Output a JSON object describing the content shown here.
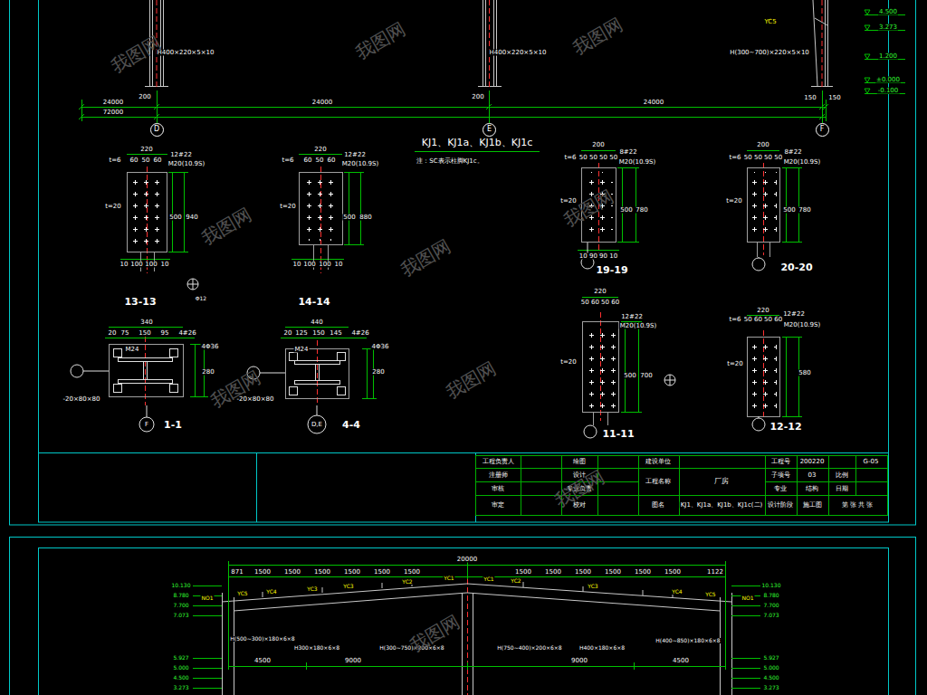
{
  "diagram": {
    "title": "KJ1、KJ1a、KJ1b、KJ1c",
    "nodes": [
      {
        "text": [
          "D"
        ]
      },
      {
        "text": [
          "E"
        ]
      },
      {
        "text": [
          "F"
        ]
      }
    ],
    "labels": [
      "H400×220×5×10",
      "H400×220×5×10",
      "H(300~700)×220×5×10",
      "YC5",
      "4.500",
      "3.273",
      "1.200",
      "±0.000",
      "-0.100",
      "200",
      "200",
      "150",
      "150",
      "24000",
      "72000",
      "24000",
      "24000",
      "注：SC表示柱脚KJ1c。",
      "220",
      "t=6",
      "60",
      "50",
      "60",
      "12#22",
      "M20(10.9S)",
      "t=20",
      "940",
      "500",
      "10",
      "100",
      "100",
      "10",
      "13-13",
      "Φ12",
      "220",
      "t=6",
      "60",
      "50",
      "60",
      "12#22",
      "M20(10.9S)",
      "t=20",
      "880",
      "500",
      "10",
      "100",
      "100",
      "10",
      "14-14",
      "200",
      "t=6",
      "50 50 50 50",
      "8#22",
      "M20(10.9S)",
      "t=20",
      "500",
      "780",
      "10 90 90 10",
      "19-19",
      "200",
      "t=6",
      "50 50 50 50",
      "8#22",
      "M20(10.9S)",
      "t=20",
      "500",
      "780",
      "20-20",
      "340",
      "20",
      "75",
      "150",
      "95",
      "4#26",
      "M24",
      "4Φ36",
      "280",
      "-20×80×80",
      "F",
      "1-1",
      "440",
      "20",
      "125",
      "150",
      "145",
      "4#26",
      "M24",
      "4Φ36",
      "280",
      "-20×80×80",
      "D,E",
      "4-4",
      "220",
      "50 60 50 60",
      "12#22",
      "M20(10.9S)",
      "t=20",
      "500",
      "700",
      "11-11",
      "220",
      "t=6",
      "50 60 50 60",
      "12#22",
      "M20(10.9S)",
      "t=20",
      "580",
      "12-12",
      "工程负责人",
      "注册师",
      "审核",
      "审定",
      "绘图",
      "设计",
      "专业负责",
      "校对",
      "建设单位",
      "工程名称",
      "图名",
      "厂房",
      "KJ1、KJ1a、KJ1b、KJ1c(二)",
      "工程号",
      "200220",
      "G-05",
      "子项号",
      "03",
      "比例",
      "专业",
      "结构",
      "日期",
      "设计阶段",
      "施工图",
      "第 张 共 张",
      "10.130",
      "8.780",
      "7.700",
      "7.073",
      "5.927",
      "5.000",
      "4.500",
      "3.273",
      "10.130",
      "8.780",
      "7.700",
      "7.073",
      "5.927",
      "5.000",
      "4.500",
      "3.273",
      "NO1",
      "NO1",
      "20000",
      "871",
      "1500",
      "1500",
      "1500",
      "1500",
      "1500",
      "1500",
      "1500",
      "1500",
      "1500",
      "1500",
      "1500",
      "1500",
      "1122",
      "YC5",
      "YC4",
      "YC3",
      "YC3",
      "YC2",
      "YC1",
      "YC1",
      "YC2",
      "YC3",
      "YC4",
      "YC5",
      "H(500~300)×180×6×8",
      "H300×180×6×8",
      "H(300~750)×200×6×8",
      "H(750~400)×200×6×8",
      "H400×180×6×8",
      "H(400~850)×180×6×8",
      "4500",
      "9000",
      "9000",
      "4500",
      "我图网",
      "我图网",
      "我图网",
      "我图网",
      "我图网",
      "我图网",
      "我图网",
      "我图网",
      "我图网",
      "我图网"
    ]
  }
}
